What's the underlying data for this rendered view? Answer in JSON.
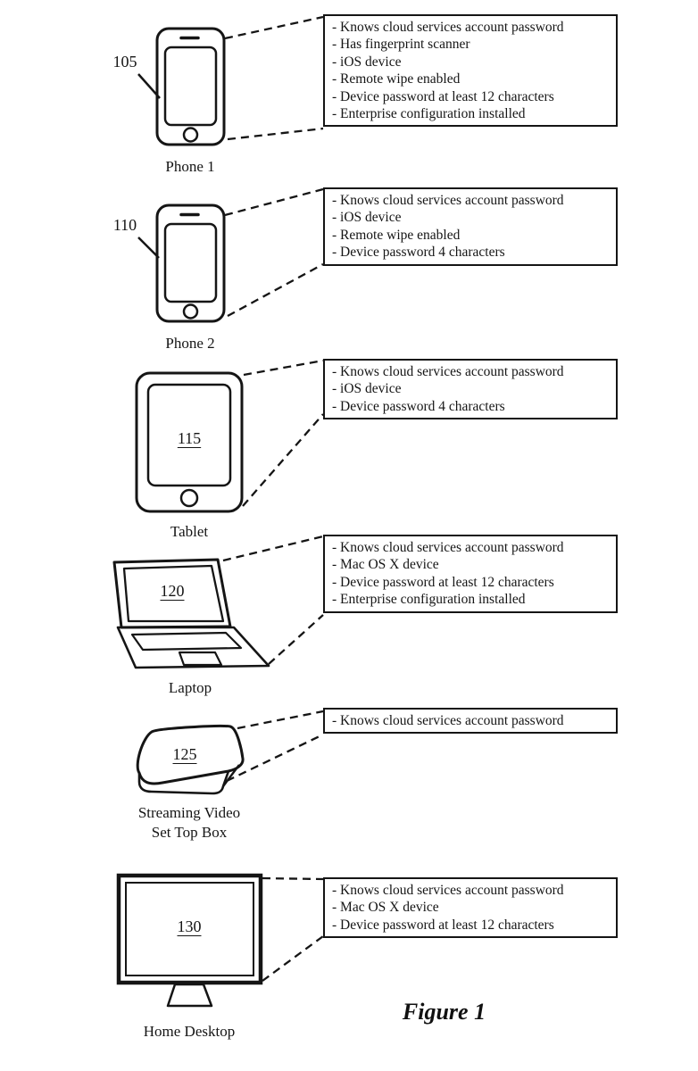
{
  "figure_label": "Figure 1",
  "colors": {
    "ink": "#151515",
    "background": "#ffffff"
  },
  "devices": [
    {
      "ref": "105",
      "name": "Phone 1",
      "attributes": [
        "- Knows cloud services account password",
        "- Has fingerprint scanner",
        "- iOS device",
        "- Remote wipe enabled",
        "- Device password at least 12 characters",
        "- Enterprise configuration installed"
      ]
    },
    {
      "ref": "110",
      "name": "Phone 2",
      "attributes": [
        "- Knows cloud services account password",
        "- iOS device",
        "- Remote wipe enabled",
        "- Device password 4 characters"
      ]
    },
    {
      "ref": "115",
      "name": "Tablet",
      "attributes": [
        "- Knows cloud services account password",
        "- iOS device",
        "- Device password 4 characters"
      ]
    },
    {
      "ref": "120",
      "name": "Laptop",
      "attributes": [
        "- Knows cloud services account password",
        "- Mac OS X device",
        "- Device password at least 12 characters",
        "- Enterprise configuration installed"
      ]
    },
    {
      "ref": "125",
      "name": "Streaming Video Set Top Box",
      "attributes": [
        "- Knows cloud services account password"
      ]
    },
    {
      "ref": "130",
      "name": "Home Desktop",
      "attributes": [
        "- Knows cloud services account password",
        "- Mac OS X device",
        "- Device password at least 12 characters"
      ]
    }
  ]
}
